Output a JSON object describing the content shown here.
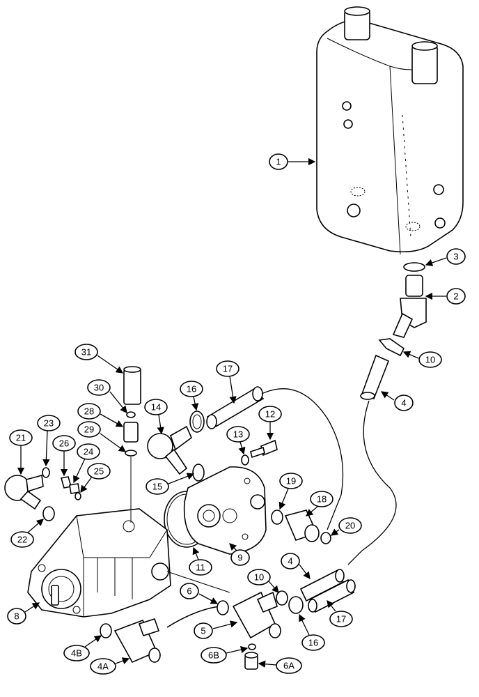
{
  "callouts": {
    "c1": "1",
    "c2": "2",
    "c3": "3",
    "c4a": "4",
    "c4b": "4",
    "c4A": "4A",
    "c4B": "4B",
    "c5": "5",
    "c6": "6",
    "c6A": "6A",
    "c6B": "6B",
    "c8": "8",
    "c9": "9",
    "c10a": "10",
    "c10b": "10",
    "c11": "11",
    "c12": "12",
    "c13": "13",
    "c14": "14",
    "c15": "15",
    "c16a": "16",
    "c16b": "16",
    "c17a": "17",
    "c17b": "17",
    "c18": "18",
    "c19": "19",
    "c20": "20",
    "c21": "21",
    "c22": "22",
    "c23": "23",
    "c24": "24",
    "c25": "25",
    "c26": "26",
    "c28": "28",
    "c29": "29",
    "c30": "30",
    "c31": "31"
  }
}
